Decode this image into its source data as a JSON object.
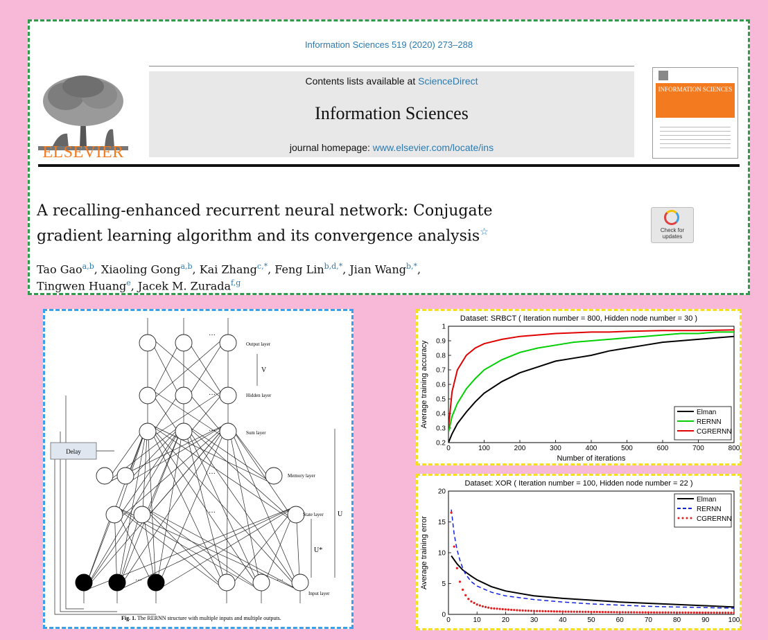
{
  "header": {
    "journal_ref": "Information Sciences 519 (2020) 273–288",
    "contents_prefix": "Contents lists available at ",
    "contents_link": "ScienceDirect",
    "journal_name": "Information Sciences",
    "homepage_prefix": "journal homepage: ",
    "homepage_link": "www.elsevier.com/locate/ins",
    "publisher": "ELSEVIER",
    "cover_title": "INFORMATION SCIENCES",
    "check_badge": "Check for updates"
  },
  "paper": {
    "title_line1": "A recalling-enhanced recurrent neural network: Conjugate",
    "title_line2": "gradient learning algorithm and its convergence analysis",
    "title_mark": "☆",
    "authors": [
      {
        "name": "Tao Gao",
        "sup": "a,b",
        "sep": ", "
      },
      {
        "name": "Xiaoling Gong",
        "sup": "a,b",
        "sep": ", "
      },
      {
        "name": "Kai Zhang",
        "sup": "c,*",
        "sep": ", "
      },
      {
        "name": "Feng Lin",
        "sup": "b,d,*",
        "sep": ", "
      },
      {
        "name": "Jian Wang",
        "sup": "b,*",
        "sep": ","
      },
      {
        "name": "Tingwen Huang",
        "sup": "e",
        "sep": ", "
      },
      {
        "name": "Jacek M. Zurada",
        "sup": "f,g",
        "sep": ""
      }
    ]
  },
  "figure": {
    "caption_label": "Fig. 1.",
    "caption_text": " The RERNN structure with multiple inputs and multiple outputs.",
    "layer_labels": {
      "output": "Output layer",
      "hidden": "Hidden layer",
      "sum": "Sum layer",
      "memory": "Memory layer",
      "state": "State layer",
      "input": "Input layer"
    },
    "delay_label": "Delay",
    "weight_labels": {
      "v": "V",
      "u": "U",
      "ustar": "U*"
    },
    "ellipsis": "···"
  },
  "charts": [
    {
      "type": "line",
      "title": "Dataset: SRBCT ( Iteration number = 800, Hidden node number = 30 )",
      "xlabel": "Number of iterations",
      "ylabel": "Average training accuracy",
      "xlim": [
        0,
        800
      ],
      "ylim": [
        0.2,
        1
      ],
      "xticks": [
        0,
        100,
        200,
        300,
        400,
        500,
        600,
        700,
        800
      ],
      "yticks": [
        0.2,
        0.3,
        0.4,
        0.5,
        0.6,
        0.7,
        0.8,
        0.9,
        1
      ],
      "ytick_labels": [
        "0.2",
        "0.3",
        "0.4",
        "0.5",
        "0.6",
        "0.7",
        "0.8",
        "0.9",
        "1"
      ],
      "legend_position": "bottom-right",
      "series": [
        {
          "name": "Elman",
          "color": "#000000",
          "style": "solid",
          "x": [
            0,
            10,
            25,
            50,
            75,
            100,
            150,
            200,
            250,
            300,
            350,
            400,
            450,
            500,
            550,
            600,
            650,
            700,
            750,
            800
          ],
          "y": [
            0.2,
            0.26,
            0.33,
            0.41,
            0.48,
            0.54,
            0.62,
            0.68,
            0.72,
            0.76,
            0.78,
            0.8,
            0.83,
            0.85,
            0.87,
            0.89,
            0.9,
            0.91,
            0.92,
            0.93
          ]
        },
        {
          "name": "RERNN",
          "color": "#00d000",
          "style": "solid",
          "x": [
            0,
            10,
            25,
            50,
            75,
            100,
            150,
            200,
            250,
            300,
            350,
            400,
            450,
            500,
            550,
            600,
            650,
            700,
            750,
            800
          ],
          "y": [
            0.27,
            0.38,
            0.47,
            0.57,
            0.64,
            0.7,
            0.77,
            0.82,
            0.85,
            0.87,
            0.89,
            0.9,
            0.91,
            0.92,
            0.93,
            0.94,
            0.95,
            0.95,
            0.96,
            0.96
          ]
        },
        {
          "name": "CGRERNN",
          "color": "#e00000",
          "style": "solid",
          "x": [
            0,
            10,
            25,
            50,
            75,
            100,
            150,
            200,
            250,
            300,
            350,
            400,
            450,
            500,
            600,
            700,
            800
          ],
          "y": [
            0.3,
            0.55,
            0.7,
            0.8,
            0.85,
            0.88,
            0.91,
            0.93,
            0.94,
            0.95,
            0.955,
            0.96,
            0.96,
            0.965,
            0.97,
            0.97,
            0.975
          ]
        }
      ]
    },
    {
      "type": "line",
      "title": "Dataset: XOR ( Iteration number = 100, Hidden node number = 22 )",
      "xlabel": "",
      "ylabel": "Average training error",
      "xlim": [
        0,
        100
      ],
      "ylim": [
        0,
        20
      ],
      "xticks": [
        0,
        10,
        20,
        30,
        40,
        50,
        60,
        70,
        80,
        90,
        100
      ],
      "yticks": [
        0,
        5,
        10,
        15,
        20
      ],
      "ytick_labels": [
        "0",
        "5",
        "10",
        "15",
        "20"
      ],
      "legend_position": "top-right",
      "series": [
        {
          "name": "Elman",
          "color": "#000000",
          "style": "solid",
          "x": [
            1,
            3,
            5,
            8,
            10,
            15,
            20,
            30,
            40,
            50,
            60,
            70,
            80,
            90,
            100
          ],
          "y": [
            9.5,
            8.2,
            7.2,
            6.2,
            5.6,
            4.5,
            3.8,
            3.0,
            2.6,
            2.3,
            2.0,
            1.8,
            1.6,
            1.4,
            1.2
          ]
        },
        {
          "name": "RERNN",
          "color": "#1020e0",
          "style": "dashed",
          "x": [
            1,
            2,
            3,
            4,
            5,
            6,
            8,
            10,
            15,
            20,
            30,
            40,
            50,
            60,
            70,
            80,
            90,
            100
          ],
          "y": [
            17,
            13,
            10.5,
            8.8,
            7.5,
            6.5,
            5.3,
            4.6,
            3.6,
            3.0,
            2.4,
            2.0,
            1.7,
            1.5,
            1.3,
            1.2,
            1.1,
            1.0
          ]
        },
        {
          "name": "CGRERNN",
          "color": "#e02020",
          "style": "dotted",
          "x": [
            1,
            2,
            3,
            4,
            5,
            6,
            7,
            8,
            10,
            12,
            15,
            20,
            25,
            30,
            40,
            50,
            60,
            70,
            80,
            90,
            100
          ],
          "y": [
            16.5,
            11,
            7.5,
            5.3,
            4.0,
            3.1,
            2.5,
            2.1,
            1.6,
            1.3,
            1.0,
            0.8,
            0.65,
            0.55,
            0.45,
            0.4,
            0.35,
            0.32,
            0.3,
            0.28,
            0.26
          ]
        }
      ]
    }
  ]
}
